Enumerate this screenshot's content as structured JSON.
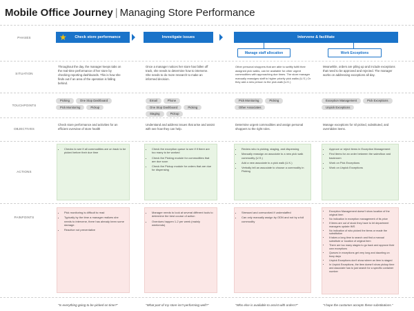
{
  "title": {
    "bold": "Mobile Office Journey",
    "separator": "|",
    "rest": "Managing Store Performance"
  },
  "row_labels": {
    "phases": "PHASES",
    "situation": "SITUATION",
    "touchpoints": "TOUCHPOINTS",
    "objectives": "OBJECTIVES",
    "actions": "ACTIONS",
    "painpoints": "PAINPOINTS"
  },
  "phases": [
    {
      "label": "Check store performance"
    },
    {
      "label": "Investigate issues"
    },
    {
      "label": "Intervene & facilitate"
    }
  ],
  "subphases": [
    {
      "label": "Manage staff allocation"
    },
    {
      "label": "Work Exceptions"
    }
  ],
  "colors": {
    "phase_blue": "#1a73c9",
    "star_yellow": "#f4c20d",
    "action_green": "#e8f4e4",
    "pain_red": "#fbe7e6"
  },
  "columns": [
    {
      "situation": "Throughout the day, the manager keeps tabs on the real-time performance of her store by checking reporting dashboards. This is how she finds out if an area of the operation is falling behind.",
      "touchpoints": [
        "Picking",
        "One Stop Dashboard",
        "Pick Monitoring",
        "Pickup"
      ],
      "objectives": "Check store performance and activities for an efficient overview of store health",
      "actions": [
        "Checks to see if all commodities are on track to be picked before their due time"
      ],
      "painpoints": [
        "Pick monitoring is difficult to read",
        "Typically by the time a manager realizes she needs to intervene, there has already been some damage.",
        "Reactive not preventative"
      ],
      "quote": "\"Is everything going to be picked on time?\""
    },
    {
      "situation": "Once a manager notices her store has fallen off track, she needs to determine how to intervene. She needs to do more research to make an informed decision.",
      "touchpoints": [
        "Email",
        "Phone",
        "One Stop Dashboard",
        "Picking",
        "Staging",
        "Pickup"
      ],
      "objectives": "Understand and address issues that arise and assist with see how they can help.",
      "actions": [
        "Check the exception queue to see if if there are too many to be worked",
        "Check the Picking module for commodities that are due soon",
        "Check the Pickup module for orders that are due for dispensing"
      ],
      "painpoints": [
        "Manager needs to look at several different tools to determine the best course of action",
        "Overdues happen 1-2 per week (mainly weekends)"
      ],
      "quote": "\"What part of my store isn't performing well?\""
    },
    {
      "situation": "Other personal shoppers that are able to swiftly fulfill their assigned pick walks, can be available for other urgent commodities with approaching due times. The store manager manually reassigns staff to higher priority pick walks (U.S.) Or they add a new person to the pick walk (U.K.)",
      "touchpoints": [
        "Pick Monitoring",
        "Picking",
        "Other Associates"
      ],
      "objectives": "Determine urgent commodities and assign personal shoppers to the right roles.",
      "actions": [
        "Review who is picking, staging, and dispensing",
        "Manually reassign an associate to a new pick walk commodity (U.S.)",
        "Add a new associate to a pick walk (U.K.)",
        "Verbally tell an associate to choose a commodity in Picking"
      ],
      "painpoints": [
        "Stressed and overworked if understaffed",
        "Can only manually assign by ODN and not by a full commodity"
      ],
      "quote": "\"Who else is available to assist with orders?\""
    },
    {
      "situation": "Meanwhile, orders are piling up and include exceptions that need to be approved and rejected. The manager works on addressing exceptions all day.",
      "touchpoints": [
        "Exception Management",
        "Pick Exceptions",
        "Unpick Exceptions"
      ],
      "objectives": "Manage exceptions for nil picked, substituted, and overridden items.",
      "actions": [
        "Approve or reject items in Exception Management",
        "Find items for an order between the salesfloor and backroom",
        "Work on Pick Exceptions",
        "Work on Unpick Exceptions"
      ],
      "painpoints": [
        "Exception Management doesn't show location of the original item",
        "No indication in exception management of its price",
        "If items are out of stock they have to let department managers update IMS",
        "No indication of who picked the items or made the substitution",
        "It takes a long time to search and find a manual substitute or location of original item",
        "There are too many stages to go back and approve their own exceptions",
        "Queues in exceptions get very long and daunting on busy days",
        "Unpick Exceptions don't show where an item is staged",
        "In Unpick Exceptions, the item doesn't show pickup time and associate has to just search for a specific container number"
      ],
      "quote": "\"I hope the customer accepts these substitutions.\""
    }
  ]
}
